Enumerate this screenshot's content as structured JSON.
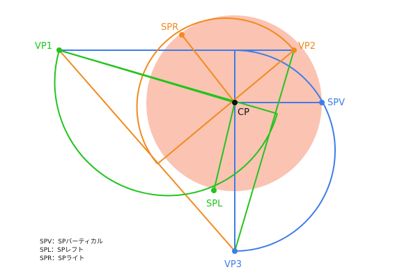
{
  "colors": {
    "blue": "#3d7de8",
    "green": "#22c41e",
    "orange": "#f28a1e",
    "black": "#111111",
    "disc": "#fbc3b2"
  },
  "labels": {
    "vp1": "VP1",
    "vp2": "VP2",
    "vp3": "VP3",
    "cp": "CP",
    "spr": "SPR",
    "spv": "SPV",
    "spl": "SPL"
  },
  "legend": [
    "SPV：SPバーティカル",
    "SPL：SPレフト",
    "SPR：SPライト"
  ]
}
